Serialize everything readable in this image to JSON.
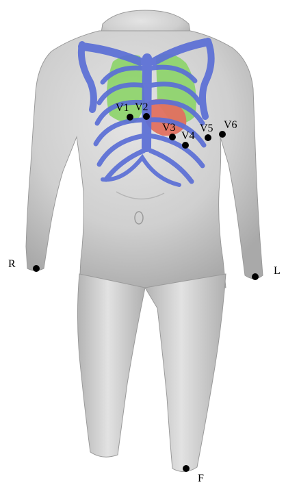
{
  "colors": {
    "body": "#c9c9c9",
    "ribs": "#5b6fd6",
    "lungs": "#8fd46e",
    "heart": "#e0705f",
    "electrode": "#000000"
  },
  "electrodes": {
    "V1": "V1",
    "V2": "V2",
    "V3": "V3",
    "V4": "V4",
    "V5": "V5",
    "V6": "V6",
    "R": "R",
    "L": "L",
    "F": "F"
  }
}
